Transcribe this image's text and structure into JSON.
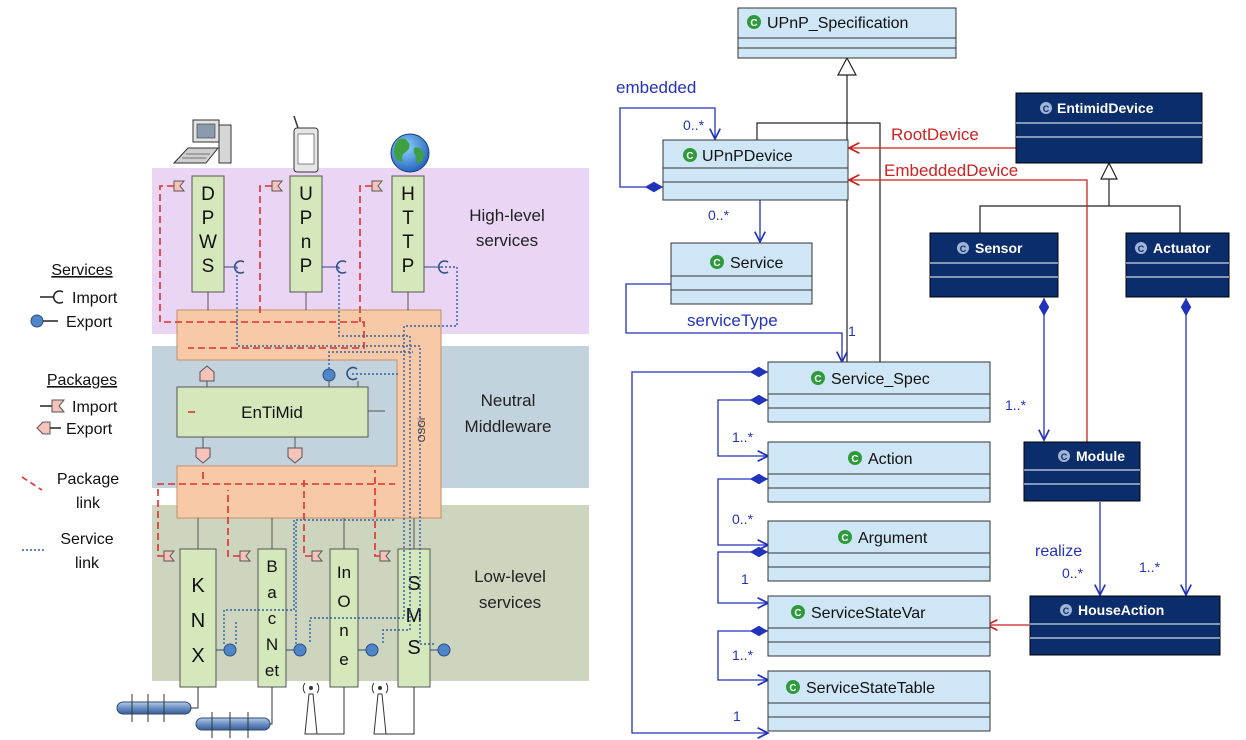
{
  "left": {
    "bands": {
      "high": "High-level services",
      "high_lines": [
        "High-level",
        "services"
      ],
      "neutral_lines": [
        "Neutral",
        "Middleware"
      ],
      "low_lines": [
        "Low-level",
        "services"
      ]
    },
    "core": "EnTiMid",
    "osgi": "OSGi",
    "top_components": [
      {
        "letters": [
          "D",
          "P",
          "W",
          "S"
        ]
      },
      {
        "letters": [
          "U",
          "P",
          "n",
          "P"
        ]
      },
      {
        "letters": [
          "H",
          "T",
          "T",
          "P"
        ]
      }
    ],
    "bottom_components": [
      {
        "letters": [
          "K",
          "N",
          "X"
        ]
      },
      {
        "letters": [
          "B",
          "a",
          "c",
          "N",
          "et"
        ]
      },
      {
        "letters": [
          "In",
          "O",
          "n",
          "e"
        ]
      },
      {
        "letters": [
          "S",
          "M",
          "S"
        ]
      }
    ],
    "legend": {
      "services_title": "Services",
      "service_import": "Import",
      "service_export": "Export",
      "packages_title": "Packages",
      "package_import": "Import",
      "package_export": "Export",
      "package_link_lines": [
        "Package",
        "link"
      ],
      "service_link_lines": [
        "Service",
        "link"
      ]
    },
    "colors": {
      "high_band": "#ead6f4",
      "neutral_band": "#c3d3de",
      "low_band": "#cdd5bf",
      "osgi_box": "#f8c9a7",
      "component": "#d4e8bc",
      "package_link": "#e0302c",
      "service_link": "#2e5fa8"
    }
  },
  "right": {
    "light_classes": [
      {
        "name": "UPnP_Specification"
      },
      {
        "name": "UPnPDevice"
      },
      {
        "name": "Service"
      },
      {
        "name": "Service_Spec"
      },
      {
        "name": "Action"
      },
      {
        "name": "Argument"
      },
      {
        "name": "ServiceStateVar"
      },
      {
        "name": "ServiceStateTable"
      }
    ],
    "dark_classes": [
      {
        "name": "EntimidDevice"
      },
      {
        "name": "Sensor"
      },
      {
        "name": "Actuator"
      },
      {
        "name": "Module"
      },
      {
        "name": "HouseAction"
      }
    ],
    "labels": {
      "embedded": "embedded",
      "embedded_mult": "0..*",
      "service_mult": "0..*",
      "service_type": "serviceType",
      "service_type_mult": "1",
      "root_device": "RootDevice",
      "embedded_device": "EmbeddedDevice",
      "action_mult": "1..*",
      "argument_mult": "0..*",
      "statevar_mult": "1",
      "statetable_mult": "1..*",
      "table_ref_mult": "1",
      "module_mult": "1..*",
      "realize": "realize",
      "realize_mult": "0..*",
      "actuator_mult": "1..*"
    },
    "class_icon": "class-c-icon",
    "colors": {
      "light_class": "#cfe6f6",
      "dark_class": "#0c2d6b",
      "association": "#2233bb",
      "red_ref": "#cc2222"
    }
  }
}
